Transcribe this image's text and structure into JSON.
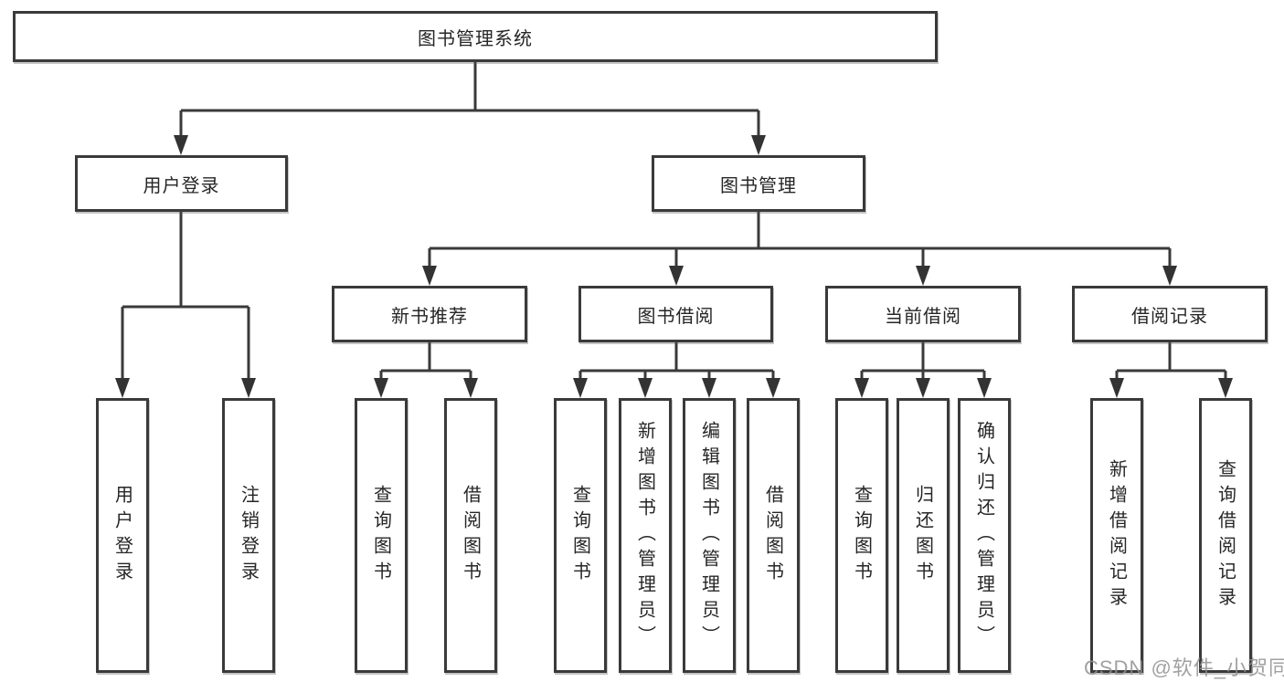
{
  "diagram": {
    "root": {
      "label": "图书管理系统"
    },
    "branches": [
      {
        "label": "用户登录",
        "children": [
          {
            "label": "用户登录"
          },
          {
            "label": "注销登录"
          }
        ]
      },
      {
        "label": "图书管理",
        "children": [
          {
            "label": "新书推荐",
            "children": [
              {
                "label": "查询图书"
              },
              {
                "label": "借阅图书"
              }
            ]
          },
          {
            "label": "图书借阅",
            "children": [
              {
                "label": "查询图书"
              },
              {
                "label": "新增图书（管理员）"
              },
              {
                "label": "编辑图书（管理员）"
              },
              {
                "label": "借阅图书"
              }
            ]
          },
          {
            "label": "当前借阅",
            "children": [
              {
                "label": "查询图书"
              },
              {
                "label": "归还图书"
              },
              {
                "label": "确认归还（管理员）"
              }
            ]
          },
          {
            "label": "借阅记录",
            "children": [
              {
                "label": "新增借阅记录"
              },
              {
                "label": "查询借阅记录"
              }
            ]
          }
        ]
      }
    ]
  },
  "watermark": {
    "text": "CSDN @软件_小贺同学"
  },
  "colors": {
    "line": "#3a3a3a",
    "box_border": "#3a3a3a",
    "text": "#262626",
    "watermark": "#919191",
    "background": "#ffffff"
  }
}
